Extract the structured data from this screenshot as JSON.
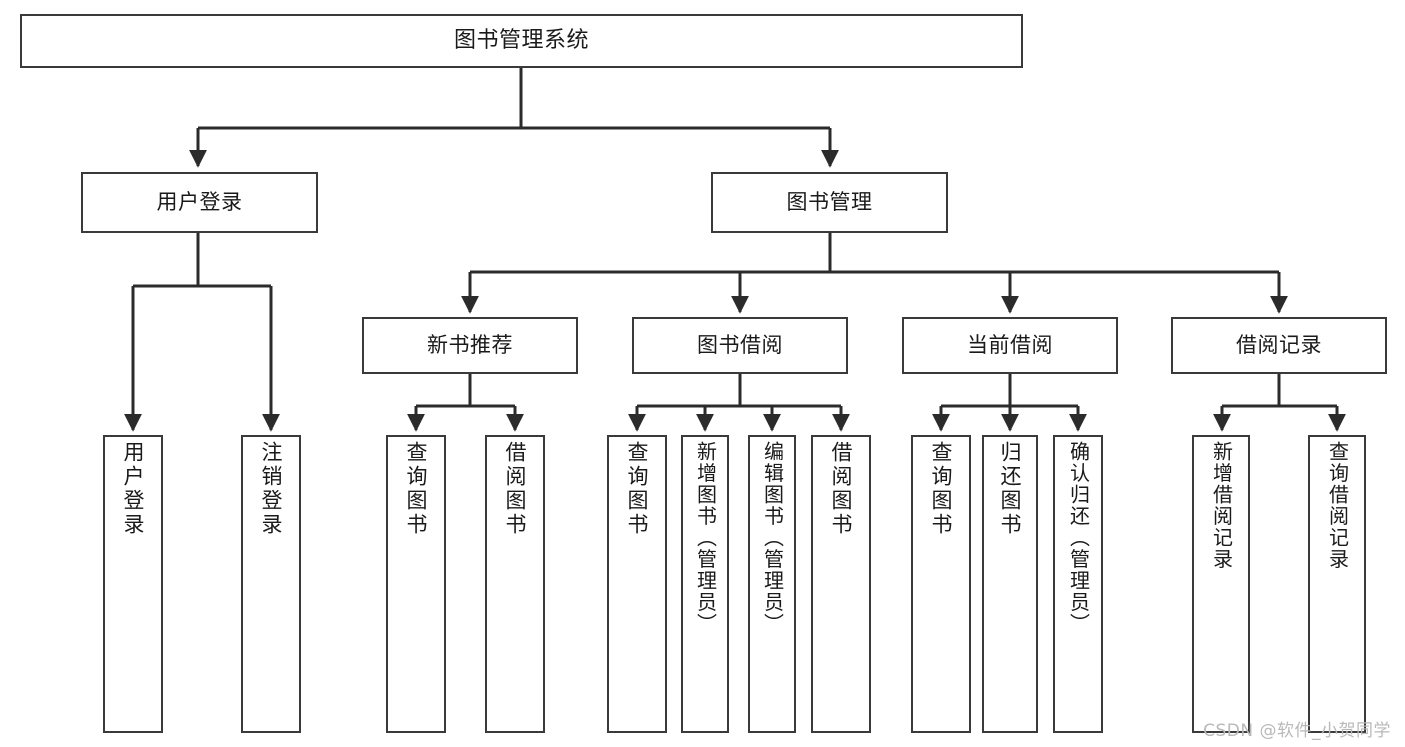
{
  "diagram": {
    "type": "tree",
    "title": "图书管理系统",
    "watermark": "CSDN @软件_小贺同学",
    "colors": {
      "box_border": "#3a3a3a",
      "box_fill": "#ffffff",
      "edge": "#2b2b2b",
      "text": "#1a1a1a",
      "watermark": "#b9b9b9"
    },
    "nodes": {
      "root": {
        "label": "图书管理系统",
        "level": 1,
        "orientation": "horizontal"
      },
      "user_login": {
        "label": "用户登录",
        "level": 2,
        "orientation": "horizontal"
      },
      "book_manage": {
        "label": "图书管理",
        "level": 2,
        "orientation": "horizontal"
      },
      "new_book_rec": {
        "label": "新书推荐",
        "level": 3,
        "orientation": "horizontal"
      },
      "book_borrow": {
        "label": "图书借阅",
        "level": 3,
        "orientation": "horizontal"
      },
      "current_borrow": {
        "label": "当前借阅",
        "level": 3,
        "orientation": "horizontal"
      },
      "borrow_record": {
        "label": "借阅记录",
        "level": 3,
        "orientation": "horizontal"
      },
      "leaf_user_login": {
        "label": "用户登录",
        "level": 4,
        "orientation": "vertical"
      },
      "leaf_logout": {
        "label": "注销登录",
        "level": 4,
        "orientation": "vertical"
      },
      "leaf_query_book_1": {
        "label": "查询图书",
        "level": 4,
        "orientation": "vertical"
      },
      "leaf_borrow_book_1": {
        "label": "借阅图书",
        "level": 4,
        "orientation": "vertical"
      },
      "leaf_query_book_2": {
        "label": "查询图书",
        "level": 4,
        "orientation": "vertical"
      },
      "leaf_add_book": {
        "label": "新增图书（管理员）",
        "level": 4,
        "orientation": "vertical"
      },
      "leaf_edit_book": {
        "label": "编辑图书（管理员）",
        "level": 4,
        "orientation": "vertical"
      },
      "leaf_borrow_book_2": {
        "label": "借阅图书",
        "level": 4,
        "orientation": "vertical"
      },
      "leaf_query_book_3": {
        "label": "查询图书",
        "level": 4,
        "orientation": "vertical"
      },
      "leaf_return_book": {
        "label": "归还图书",
        "level": 4,
        "orientation": "vertical"
      },
      "leaf_confirm_return": {
        "label": "确认归还（管理员）",
        "level": 4,
        "orientation": "vertical"
      },
      "leaf_add_record": {
        "label": "新增借阅记录",
        "level": 4,
        "orientation": "vertical"
      },
      "leaf_query_record": {
        "label": "查询借阅记录",
        "level": 4,
        "orientation": "vertical"
      }
    },
    "edges": [
      {
        "from": "root",
        "to": "user_login"
      },
      {
        "from": "root",
        "to": "book_manage"
      },
      {
        "from": "user_login",
        "to": "leaf_user_login"
      },
      {
        "from": "user_login",
        "to": "leaf_logout"
      },
      {
        "from": "book_manage",
        "to": "new_book_rec"
      },
      {
        "from": "book_manage",
        "to": "book_borrow"
      },
      {
        "from": "book_manage",
        "to": "current_borrow"
      },
      {
        "from": "book_manage",
        "to": "borrow_record"
      },
      {
        "from": "new_book_rec",
        "to": "leaf_query_book_1"
      },
      {
        "from": "new_book_rec",
        "to": "leaf_borrow_book_1"
      },
      {
        "from": "book_borrow",
        "to": "leaf_query_book_2"
      },
      {
        "from": "book_borrow",
        "to": "leaf_add_book"
      },
      {
        "from": "book_borrow",
        "to": "leaf_edit_book"
      },
      {
        "from": "book_borrow",
        "to": "leaf_borrow_book_2"
      },
      {
        "from": "current_borrow",
        "to": "leaf_query_book_3"
      },
      {
        "from": "current_borrow",
        "to": "leaf_return_book"
      },
      {
        "from": "current_borrow",
        "to": "leaf_confirm_return"
      },
      {
        "from": "borrow_record",
        "to": "leaf_add_record"
      },
      {
        "from": "borrow_record",
        "to": "leaf_query_record"
      }
    ]
  }
}
